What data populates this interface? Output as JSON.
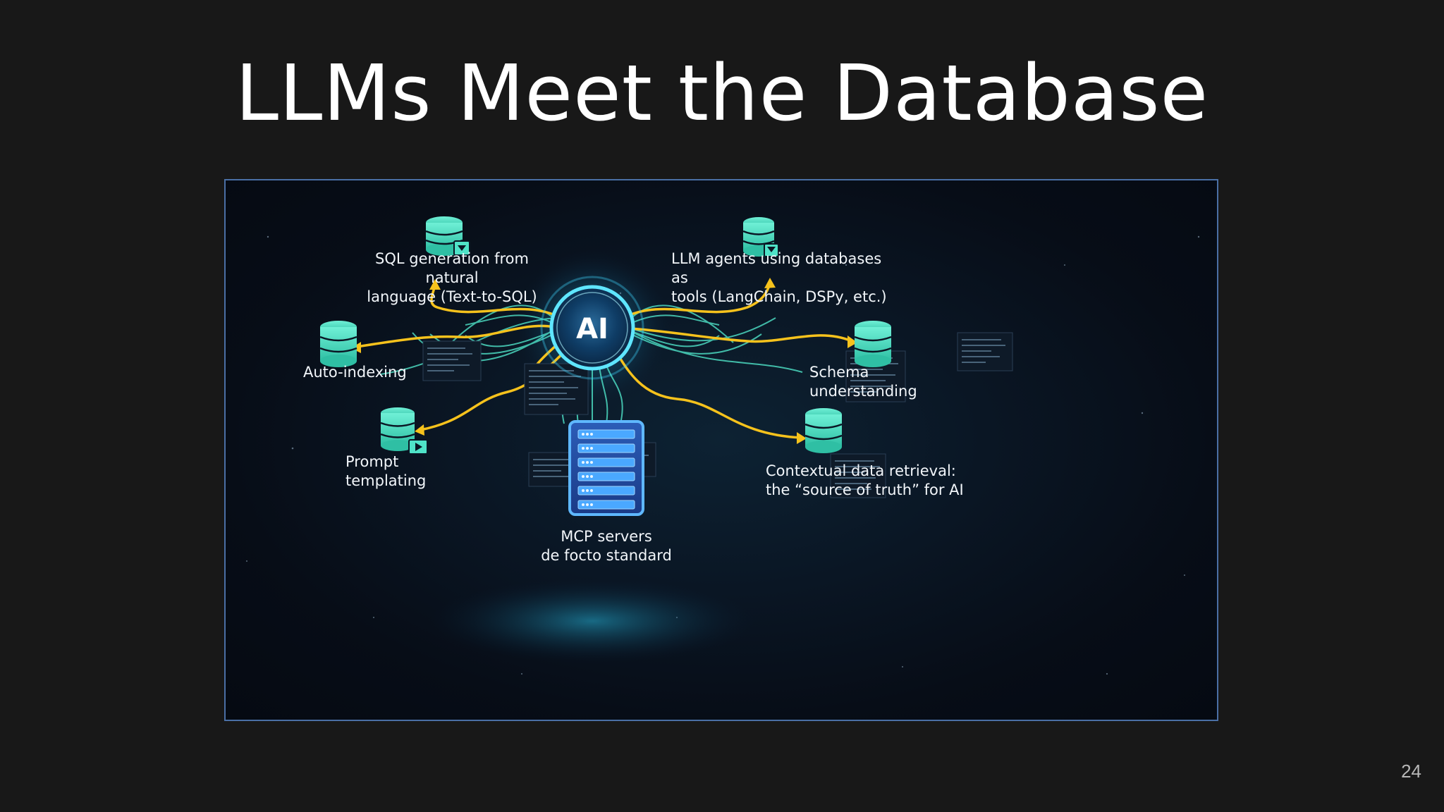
{
  "slide": {
    "title": "LLMs Meet the Database",
    "page_number": "24"
  },
  "diagram": {
    "center_label": "AI",
    "nodes": {
      "sql_generation": {
        "label": "SQL generation from natural\nlanguage (Text-to-SQL)",
        "icon": "database-icon"
      },
      "llm_agents": {
        "label": "LLM agents using databases as\ntools (LangChain, DSPy, etc.)",
        "icon": "database-icon"
      },
      "auto_indexing": {
        "label": "Auto-indexing",
        "icon": "database-icon"
      },
      "schema_understanding": {
        "label": "Schema understanding",
        "icon": "database-icon"
      },
      "prompt_templating": {
        "label": "Prompt templating",
        "icon": "database-icon"
      },
      "contextual_retrieval": {
        "label": "Contextual data retrieval:\nthe “source of truth” for AI",
        "icon": "database-icon"
      },
      "mcp_servers": {
        "label": "MCP servers\nde focto standard",
        "icon": "server-icon"
      }
    },
    "colors": {
      "accent_teal": "#4fe3c8",
      "accent_yellow": "#f6c21c",
      "core_glow": "#3fd8ff",
      "server_blue": "#4aa8ff"
    }
  }
}
